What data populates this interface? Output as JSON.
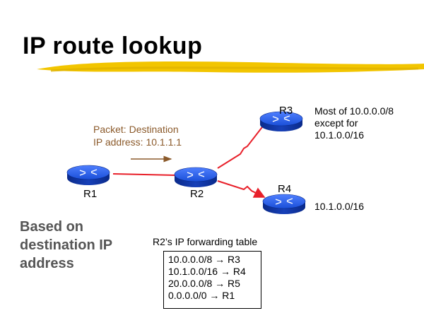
{
  "title": "IP route lookup",
  "routers": {
    "r1": "R1",
    "r2": "R2",
    "r3": "R3",
    "r4": "R4"
  },
  "packet": {
    "line1": "Packet: Destination",
    "line2": "IP address: 10.1.1.1"
  },
  "notes": {
    "r3_line1": "Most of 10.0.0.0/8",
    "r3_line2": "except for",
    "r3_line3": "10.1.0.0/16",
    "r4": "10.1.0.0/16"
  },
  "based_on": {
    "line1": "Based on",
    "line2": "destination IP",
    "line3": "address"
  },
  "forwarding_table": {
    "title": "R2’s IP forwarding table",
    "rows": [
      "10.0.0.0/8 → R3",
      "10.1.0.0/16 → R4",
      "20.0.0.0/8 → R5",
      "0.0.0.0/0 → R1"
    ]
  },
  "colors": {
    "router_blue": "#1a4fd8",
    "link_red": "#e8202a",
    "highlight_yellow": "#f2c500",
    "packet_brown": "#8b5a2b",
    "caption_gray": "#555555"
  }
}
